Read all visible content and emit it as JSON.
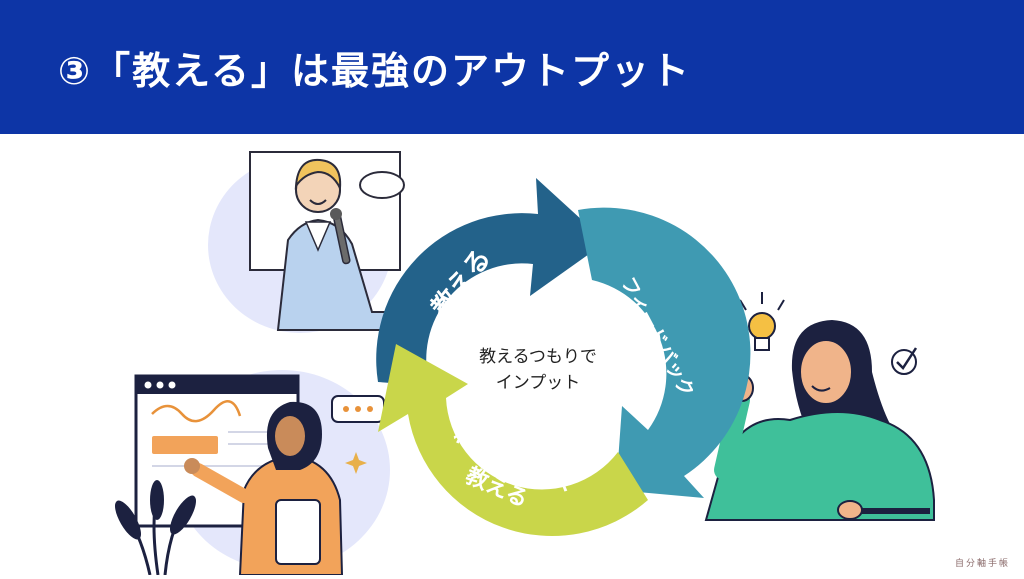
{
  "header": {
    "title": "③「教える」は最強のアウトプット"
  },
  "cycle": {
    "center_line1": "教えるつもりで",
    "center_line2": "インプット",
    "arrow_teach": "教える",
    "arrow_feedback": "フィードバック",
    "arrow_clear_line1": "わかりやすく",
    "arrow_clear_line2": "教える"
  },
  "watermark": "自分軸手帳",
  "colors": {
    "header": "#0d35a6",
    "arrow_teach": "#23628a",
    "arrow_feedback": "#3f9ab2",
    "arrow_clear": "#c9d64a"
  }
}
